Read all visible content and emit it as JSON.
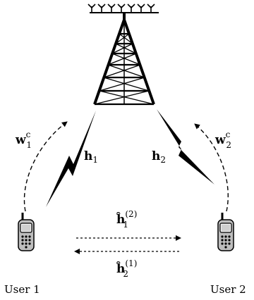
{
  "labels": {
    "w1_main": "w",
    "w1_sub": "1",
    "w1_sup": "c",
    "w2_main": "w",
    "w2_sub": "2",
    "w2_sup": "c",
    "h1_main": "h",
    "h1_sub": "1",
    "h2_main": "h",
    "h2_sub": "2",
    "hhat12_main": "ĥ",
    "hhat12_sub": "1",
    "hhat12_sup": "(2)",
    "hhat21_main": "ĥ",
    "hhat21_sub": "2",
    "hhat21_sup": "(1)"
  },
  "users": {
    "user1": "User 1",
    "user2": "User 2"
  }
}
